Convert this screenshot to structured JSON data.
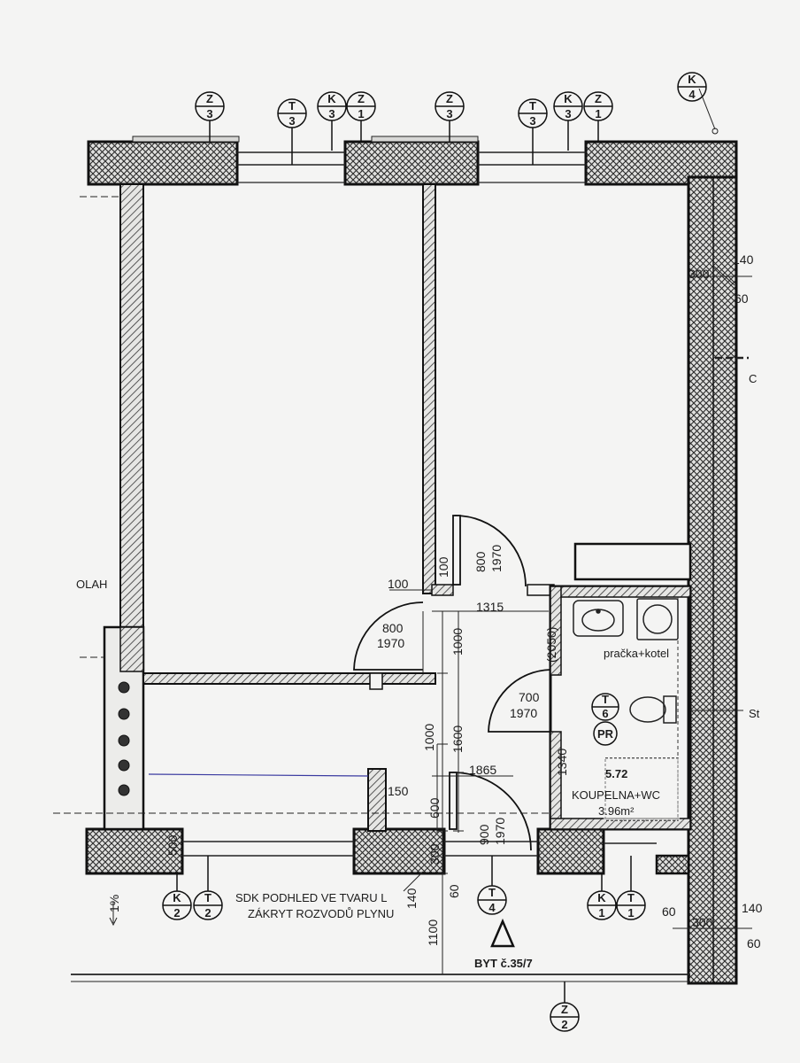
{
  "markers": {
    "top": [
      {
        "letter": "Z",
        "num": "3"
      },
      {
        "letter": "T",
        "num": "3"
      },
      {
        "letter": "K",
        "num": "3"
      },
      {
        "letter": "Z",
        "num": "1"
      },
      {
        "letter": "Z",
        "num": "3"
      },
      {
        "letter": "T",
        "num": "3"
      },
      {
        "letter": "K",
        "num": "3"
      },
      {
        "letter": "Z",
        "num": "1"
      },
      {
        "letter": "K",
        "num": "4"
      }
    ],
    "bottom": [
      {
        "letter": "K",
        "num": "2"
      },
      {
        "letter": "T",
        "num": "2"
      },
      {
        "letter": "T",
        "num": "4"
      },
      {
        "letter": "K",
        "num": "1"
      },
      {
        "letter": "T",
        "num": "1"
      },
      {
        "letter": "Z",
        "num": "2"
      }
    ],
    "bathroom": {
      "letter": "T",
      "num": "6",
      "sub": "PR"
    }
  },
  "dims": {
    "d140_top": "140",
    "d300_top": "300",
    "d60_top": "60",
    "d100_v": "100",
    "d800_v": "800",
    "d1970_v": "1970",
    "d100_h": "100",
    "d1315": "1315",
    "d800_l": "800",
    "d1970_l": "1970",
    "d1000_a": "1000",
    "d2050": "(2050)",
    "d700": "700",
    "d1970_b": "1970",
    "d1000_b": "1000",
    "d1600": "1600",
    "d1340": "1340",
    "d1865": "1865",
    "d150": "150",
    "d600": "600",
    "d900": "900",
    "d1970_c": "1970",
    "d300_c": "300",
    "d500": "500",
    "d140_b": "140",
    "d60_b": "60",
    "d1100": "1100",
    "d60_r": "60",
    "d300_r": "300",
    "d140_r": "140",
    "d60_r2": "60",
    "d1pct": "1%"
  },
  "labels": {
    "sdk_line1": "SDK PODHLED VE TVARU L",
    "sdk_line2": "ZÁKRYT ROZVODŮ PLYNU",
    "pracka": "pračka+kotel",
    "room_no": "5.72",
    "room_name": "KOUPELNA+WC",
    "room_area": "3.96m²",
    "byt": "BYT č.35/7",
    "left_edge": "OLAH",
    "right_c": "C",
    "right_st": "St"
  }
}
